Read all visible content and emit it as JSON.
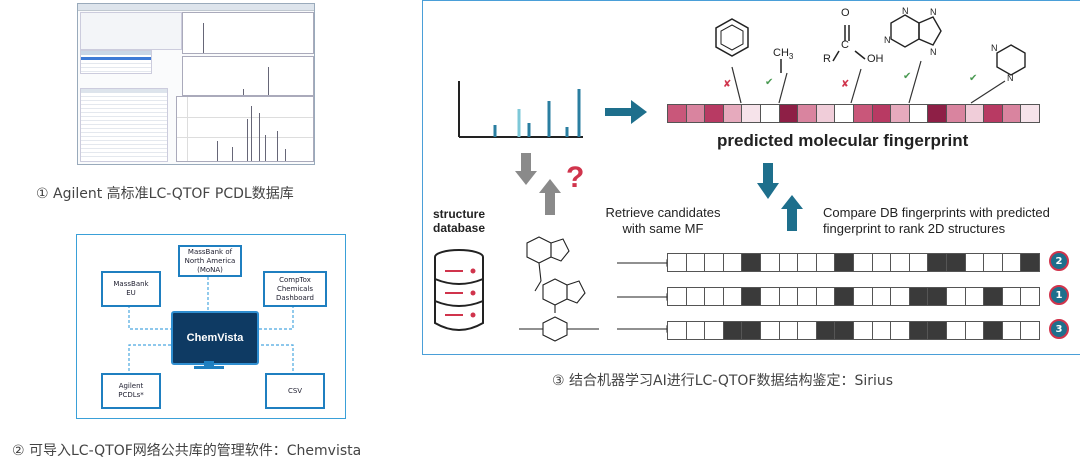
{
  "captions": {
    "c1": "① Agilent 高标准LC-QTOF PCDL数据库",
    "c2": "② 可导入LC-QTOF网络公共库的管理软件：Chemvista",
    "c3": "③ 结合机器学习AI进行LC-QTOF数据结构鉴定：Sirius"
  },
  "chemvista": {
    "center": "ChemVista",
    "nodes": {
      "top": "MassBank of North America (MoNA)",
      "left_top": "MassBank EU",
      "right_top": "CompTox Chemicals Dashboard",
      "left_bottom": "Agilent PCDLs*",
      "right_bottom": "CSV"
    }
  },
  "sirius": {
    "fingerprint_label": "predicted molecular fingerprint",
    "db_label_1": "structure",
    "db_label_2": "database",
    "retrieve_1": "Retrieve candidates",
    "retrieve_2": "with same MF",
    "compare_1": "Compare DB fingerprints with predicted",
    "compare_2": "fingerprint to rank 2D structures",
    "question": "?",
    "ch3": "CH",
    "ch3_sub": "3",
    "acid_o": "O",
    "acid_r": "R",
    "acid_c": "C",
    "acid_oh": "OH",
    "ranks": [
      "2",
      "1",
      "3"
    ],
    "mark_cross": "✘",
    "mark_check": "✔",
    "colors": {
      "arrow_blue": "#1e6f8c",
      "arrow_gray": "#8a8a8a",
      "question_red": "#d0344c",
      "accent": "#3aa0d8"
    }
  }
}
